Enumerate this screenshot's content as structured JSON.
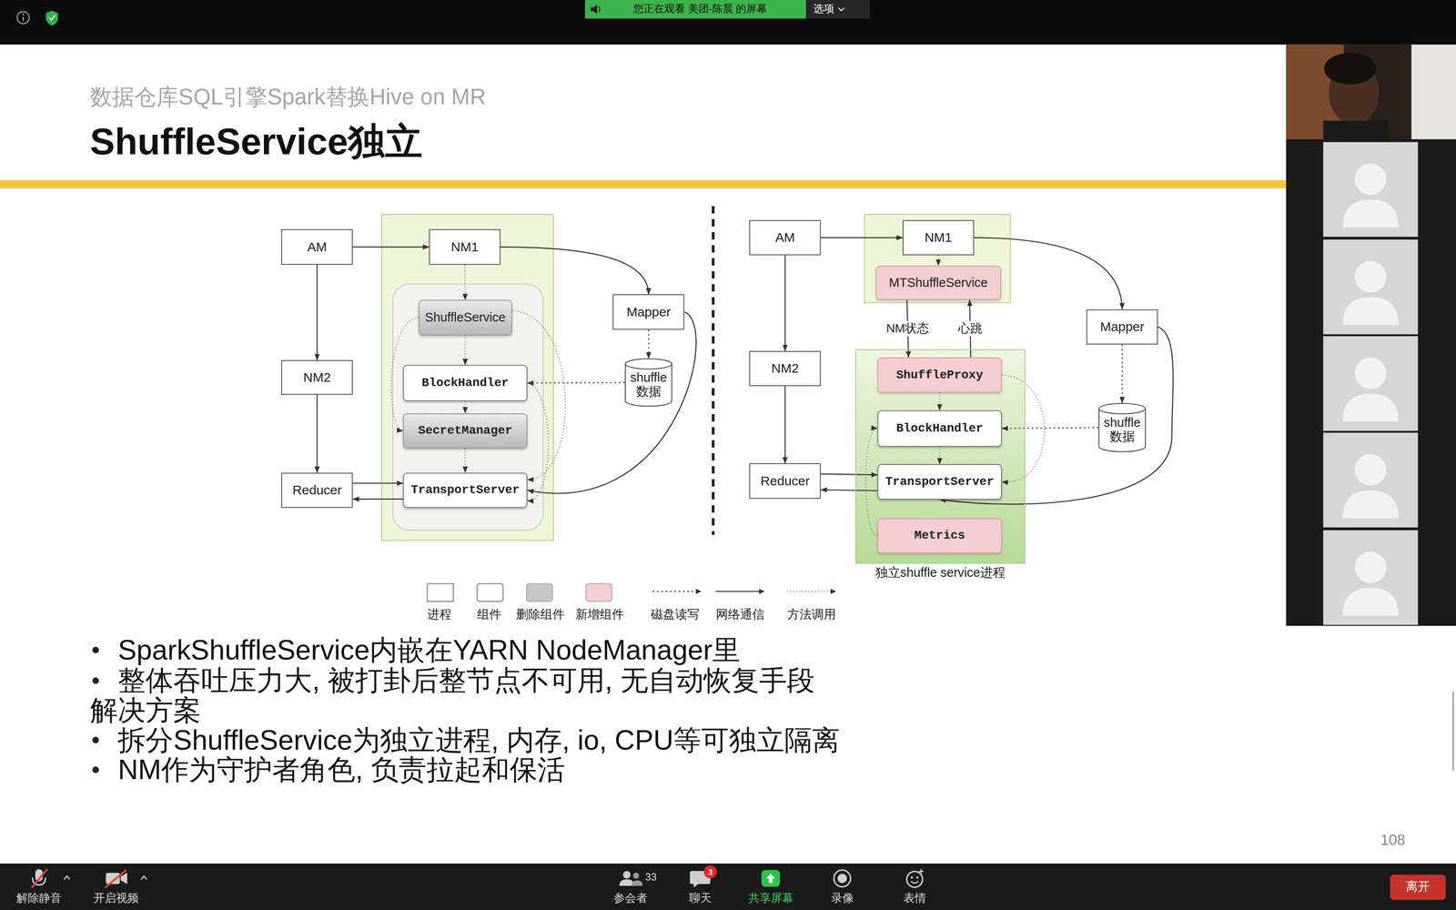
{
  "diagram": {
    "title": "ShuffleService独立",
    "nodes": [
      {
        "text": [
          "AM"
        ]
      },
      {
        "text": [
          "NM1"
        ]
      },
      {
        "text": [
          "ShuffleService"
        ]
      },
      {
        "text": [
          "BlockHandler"
        ]
      },
      {
        "text": [
          "SecretManager"
        ]
      },
      {
        "text": [
          "NM2"
        ]
      },
      {
        "text": [
          "Reducer"
        ]
      },
      {
        "text": [
          "TransportServer"
        ]
      },
      {
        "text": [
          "Mapper"
        ]
      },
      {
        "text": [
          "shuffle 数据"
        ]
      },
      {
        "text": [
          "AM"
        ]
      },
      {
        "text": [
          "NM1"
        ]
      },
      {
        "text": [
          "MTShuffleService"
        ]
      },
      {
        "text": [
          "NM2"
        ]
      },
      {
        "text": [
          "Reducer"
        ]
      },
      {
        "text": [
          "独立shuffle service进程"
        ]
      },
      {
        "text": [
          "ShuffleProxy"
        ],
        "in": 15
      },
      {
        "text": [
          "BlockHandler"
        ],
        "in": 15
      },
      {
        "text": [
          "TransportServer"
        ],
        "in": 15
      },
      {
        "text": [
          "Metrics"
        ],
        "in": 15
      },
      {
        "text": [
          "Mapper"
        ]
      },
      {
        "text": [
          "shuffle 数据"
        ]
      }
    ],
    "edges": [
      {
        "from": 0,
        "to": 1,
        "arrow": "to"
      },
      {
        "from": 0,
        "to": 5,
        "arrow": "to"
      },
      {
        "from": 5,
        "to": 6,
        "arrow": "to"
      },
      {
        "from": 1,
        "to": 2,
        "arrow": "to"
      },
      {
        "from": 1,
        "to": 8,
        "arrow": "to"
      },
      {
        "from": 2,
        "to": 3,
        "arrow": "to"
      },
      {
        "from": 3,
        "to": 4,
        "arrow": "to"
      },
      {
        "from": 4,
        "to": 7,
        "arrow": "to"
      },
      {
        "from": 6,
        "to": 7,
        "arrow": "to"
      },
      {
        "from": 7,
        "to": 6,
        "arrow": "to"
      },
      {
        "from": 8,
        "to": 9,
        "arrow": "to"
      },
      {
        "from": 9,
        "to": 3,
        "arrow": "to"
      },
      {
        "from": 8,
        "to": 7,
        "arrow": "to"
      },
      {
        "from": 2,
        "to": 4,
        "arrow": "to"
      },
      {
        "from": 2,
        "to": 7,
        "arrow": "to"
      },
      {
        "from": 3,
        "to": 7,
        "arrow": "to"
      },
      {
        "from": 10,
        "to": 11,
        "arrow": "to"
      },
      {
        "from": 10,
        "to": 13,
        "arrow": "to"
      },
      {
        "from": 13,
        "to": 14,
        "arrow": "to"
      },
      {
        "from": 11,
        "to": 12,
        "arrow": "to"
      },
      {
        "from": 11,
        "to": 20,
        "arrow": "to"
      },
      {
        "from": 12,
        "to": 16,
        "label": "NM状态",
        "arrow": "to"
      },
      {
        "from": 16,
        "to": 12,
        "label": "心跳",
        "arrow": "to"
      },
      {
        "from": 16,
        "to": 17,
        "arrow": "to"
      },
      {
        "from": 17,
        "to": 18,
        "arrow": "to"
      },
      {
        "from": 14,
        "to": 18,
        "arrow": "to"
      },
      {
        "from": 18,
        "to": 14,
        "arrow": "to"
      },
      {
        "from": 20,
        "to": 21,
        "arrow": "to"
      },
      {
        "from": 21,
        "to": 17,
        "arrow": "to"
      },
      {
        "from": 20,
        "to": 18,
        "arrow": "to"
      },
      {
        "from": 16,
        "to": 18,
        "arrow": "to"
      },
      {
        "from": 19,
        "to": 17,
        "arrow": "to"
      }
    ],
    "labels": [
      "您正在观看 美团-陈晨 的屏幕",
      "选项",
      "数据仓库SQL引擎Spark替换Hive on MR",
      "SparkShuffleService内嵌在YARN NodeManager里",
      "整体吞吐压力大, 被打卦后整节点不可用, 无自动恢复手段",
      "解决方案",
      "拆分ShuffleService为独立进程, 内存, io, CPU等可独立隔离",
      "NM作为守护者角色, 负责拉起和保活",
      "108",
      "解除静音",
      "开启视频",
      "参会者",
      "33",
      "聊天",
      "3",
      "共享屏幕",
      "录像",
      "表情",
      "离开"
    ],
    "legend": [
      {
        "text": "进程"
      },
      {
        "text": "组件"
      },
      {
        "text": "删除组件",
        "color": "#c8c8c8"
      },
      {
        "text": "新增组件",
        "color": "#f6cdd0"
      },
      {
        "text": "磁盘读写"
      },
      {
        "text": "网络通信"
      },
      {
        "text": "方法调用"
      }
    ]
  }
}
